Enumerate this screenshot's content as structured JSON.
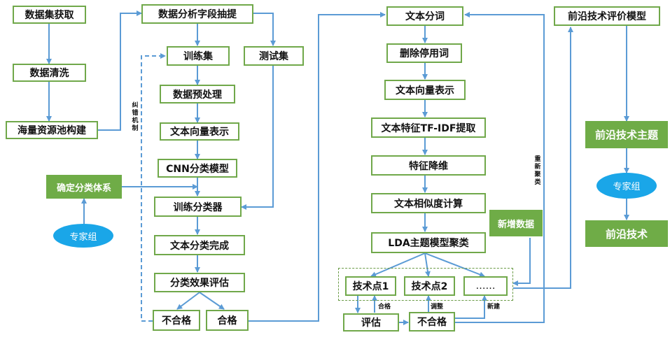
{
  "col1": {
    "acquire": "数据集获取",
    "clean": "数据清洗",
    "pool": "海量资源池构建"
  },
  "col2": {
    "extract": "数据分析字段抽提",
    "train_set": "训练集",
    "test_set": "测试集",
    "preprocess": "数据预处理",
    "vector": "文本向量表示",
    "cnn": "CNN分类模型",
    "classifier": "训练分类器",
    "done": "文本分类完成",
    "evaluate": "分类效果评估",
    "fail": "不合格",
    "pass": "合格",
    "taxonomy": "确定分类体系",
    "experts": "专家组",
    "correction_label": "纠错机制"
  },
  "col3": {
    "segment": "文本分词",
    "stopwords": "删除停用词",
    "vector": "文本向量表示",
    "tfidf": "文本特征TF-IDF提取",
    "reduce": "特征降维",
    "similarity": "文本相似度计算",
    "lda": "LDA主题模型聚类",
    "new_data": "新增数据",
    "tech1": "技术点1",
    "tech2": "技术点2",
    "tech_more": "……",
    "evaluate": "评估",
    "fail": "不合格",
    "pass_label": "合格",
    "adjust_label": "调整",
    "new_label": "新建",
    "recluster_label": "重新聚类"
  },
  "col4": {
    "model": "前沿技术评价模型",
    "topic": "前沿技术主题",
    "experts": "专家组",
    "frontier": "前沿技术"
  },
  "colors": {
    "border": "#70a84a",
    "fill": "#6fac47",
    "arrow": "#5b9bd5",
    "ellipse": "#1aa6e8"
  }
}
